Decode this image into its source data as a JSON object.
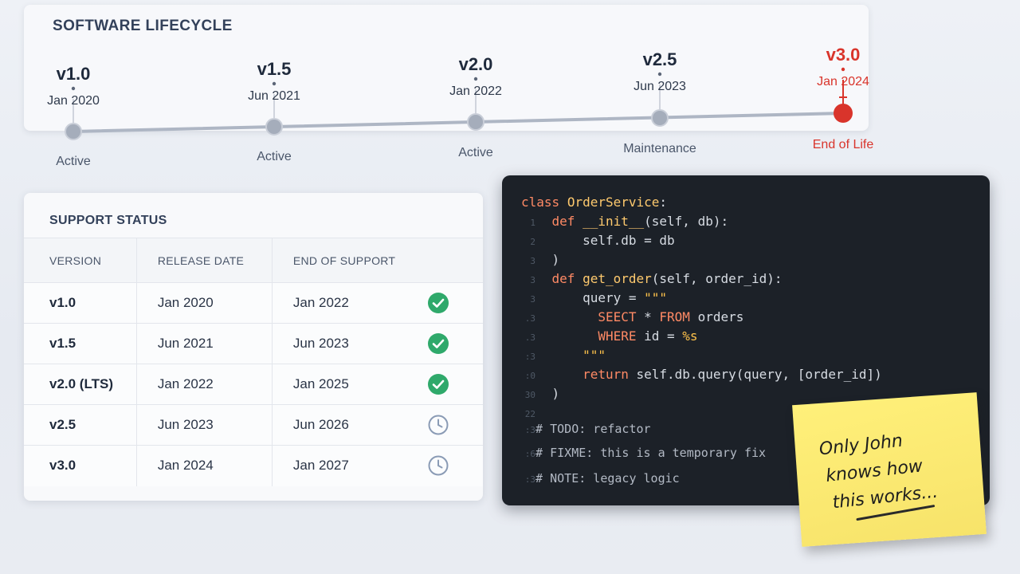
{
  "lifecycle": {
    "title": "SOFTWARE LIFECYCLE",
    "milestones": [
      {
        "version": "v1.0",
        "date": "Jan 2020",
        "status": "Active"
      },
      {
        "version": "v1.5",
        "date": "Jun 2021",
        "status": "Active"
      },
      {
        "version": "v2.0",
        "date": "Jan 2022",
        "status": "Active"
      },
      {
        "version": "v2.5",
        "date": "Jun 2023",
        "status": "Maintenance"
      },
      {
        "version": "v3.0",
        "date": "Jan 2024",
        "status": "End of Life"
      }
    ],
    "colors": {
      "line": "#aeb6c4",
      "dot": "#a5adbb",
      "eol": "#d9342b"
    }
  },
  "support": {
    "title": "SUPPORT STATUS",
    "columns": [
      "VERSION",
      "RELEASE DATE",
      "END OF SUPPORT"
    ],
    "rows": [
      {
        "version": "v1.0",
        "release": "Jan 2020",
        "end": "Jan 2022",
        "icon": "check-icon"
      },
      {
        "version": "v1.5",
        "release": "Jun 2021",
        "end": "Jun 2023",
        "icon": "check-icon"
      },
      {
        "version": "v2.0 (LTS)",
        "release": "Jan 2022",
        "end": "Jan 2025",
        "icon": "check-icon"
      },
      {
        "version": "v2.5",
        "release": "Jun 2023",
        "end": "Jun 2026",
        "icon": "clock-icon"
      },
      {
        "version": "v3.0",
        "release": "Jan 2024",
        "end": "Jan 2027",
        "icon": "clock-icon"
      }
    ],
    "colors": {
      "check": "#2fa96b",
      "clock": "#8a9bb5"
    }
  },
  "code": {
    "lines": [
      {
        "ln": "",
        "text": "class OrderService:"
      },
      {
        "ln": "1",
        "text": "    def __init__(self, db):"
      },
      {
        "ln": "2",
        "text": "        self.db = db"
      },
      {
        "ln": "3",
        "text": "    )"
      },
      {
        "ln": "3",
        "text": "    def get_order(self, order_id):"
      },
      {
        "ln": "3",
        "text": "        query = \"\"\""
      },
      {
        "ln": ".3",
        "text": "          SEECT * FROM orders"
      },
      {
        "ln": ".3",
        "text": "          WHERE id = %s"
      },
      {
        "ln": ":3",
        "text": "        \"\"\""
      },
      {
        "ln": ":0",
        "text": "        return self.db.query(query, [order_id])"
      },
      {
        "ln": "30",
        "text": "    )"
      },
      {
        "ln": "22",
        "text": ""
      },
      {
        "ln": ":3",
        "text": "  # TODO: refactor"
      },
      {
        "ln": ":6",
        "text": "  # FIXME: this is a temporary fix"
      },
      {
        "ln": ":3",
        "text": "  # NOTE: legacy logic"
      }
    ]
  },
  "sticky_note": {
    "lines": [
      "Only John",
      "knows how",
      "this works..."
    ]
  }
}
